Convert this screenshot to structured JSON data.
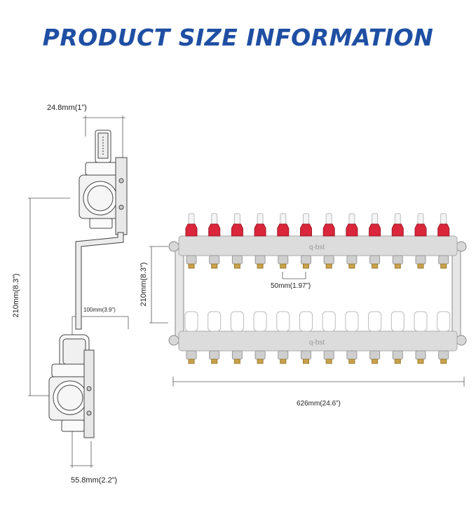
{
  "title": "PRODUCT SIZE INFORMATION",
  "side_view": {
    "top_width": "24.8mm(1”)",
    "height": "210mm(8.3”)",
    "offset": "100mm(3.9”)",
    "bottom_width": "55.8mm(2.2”)"
  },
  "front_view": {
    "height": "210mm(8.3”)",
    "port_spacing": "50mm(1.97”)",
    "total_width": "626mm(24.6”)",
    "brand_top": "q-bst",
    "brand_bottom": "q-bst",
    "port_count": 12
  },
  "colors": {
    "title": "#1f4fa3",
    "flowmeter": "#d9263a",
    "valve_cap": "#ffffff",
    "bar": "#d9d9d9",
    "brass": "#c9a24a"
  }
}
